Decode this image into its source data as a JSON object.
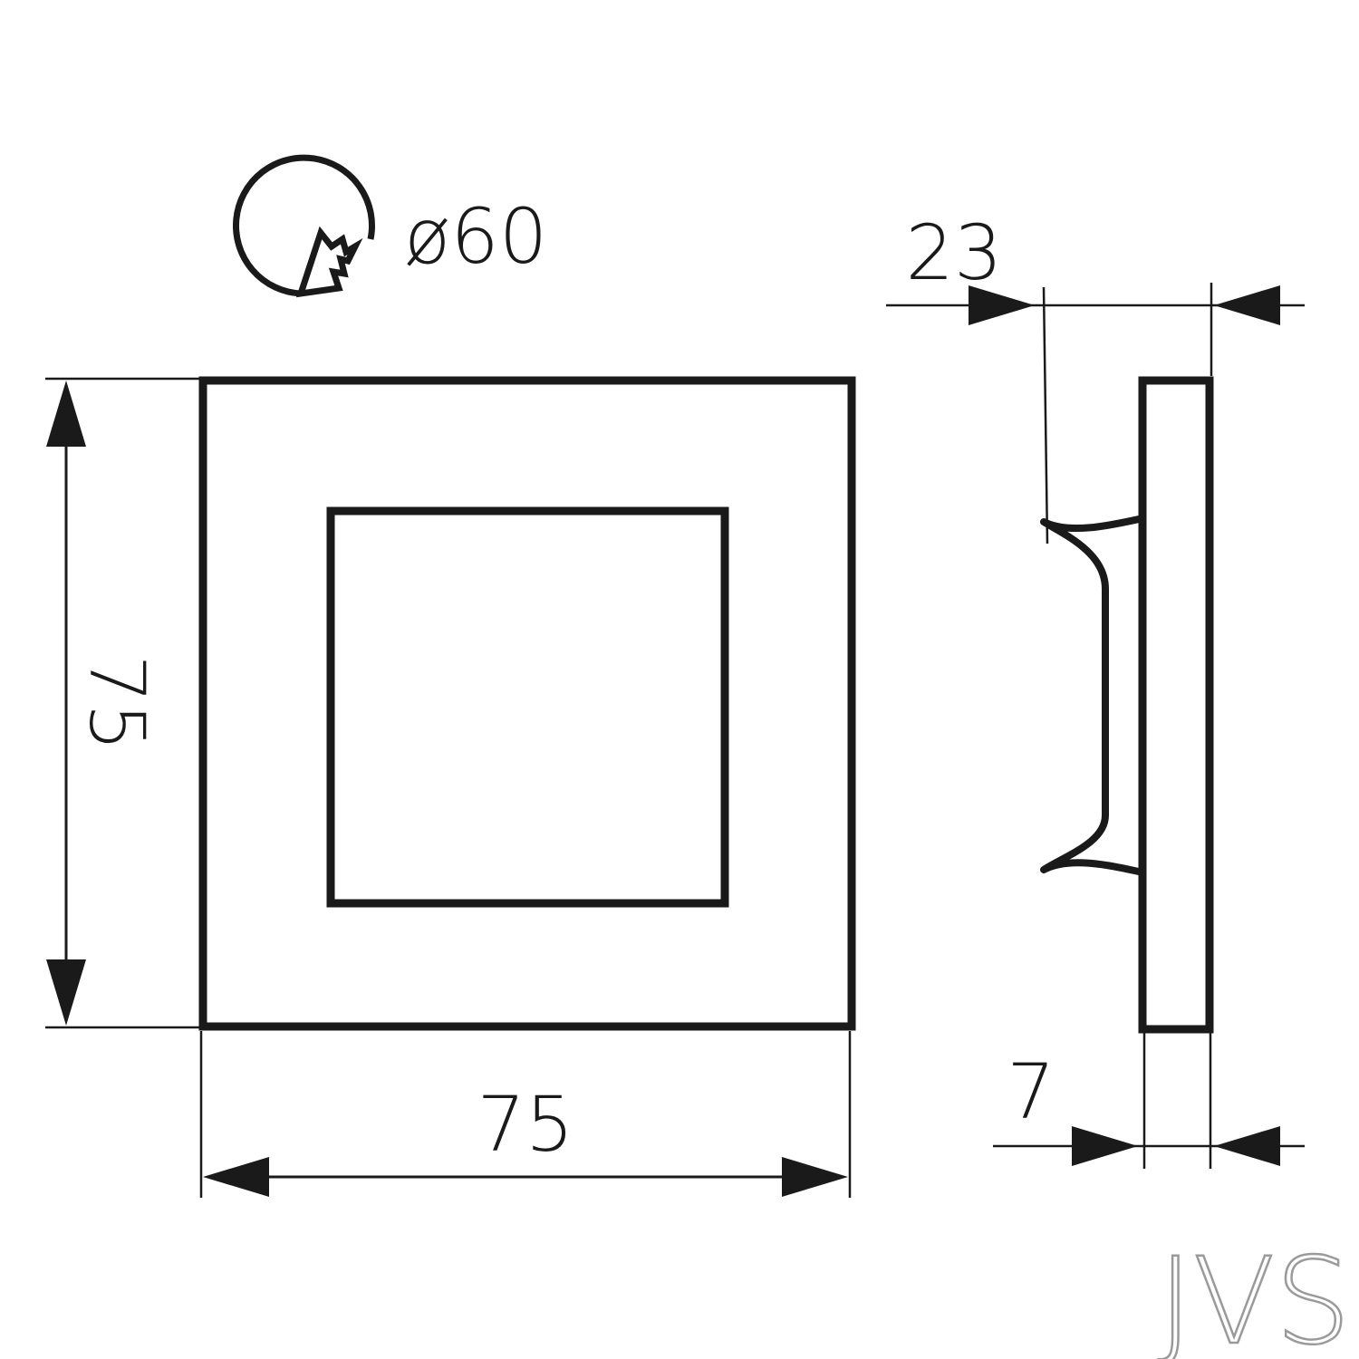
{
  "dimensions": {
    "hole_diameter": "ø60",
    "front_height": "75",
    "front_width": "75",
    "side_depth": "23",
    "plate_thickness": "7"
  },
  "logo": {
    "text": "JVS"
  },
  "icons": {
    "cutout": "hole-saw-cutout-icon"
  }
}
